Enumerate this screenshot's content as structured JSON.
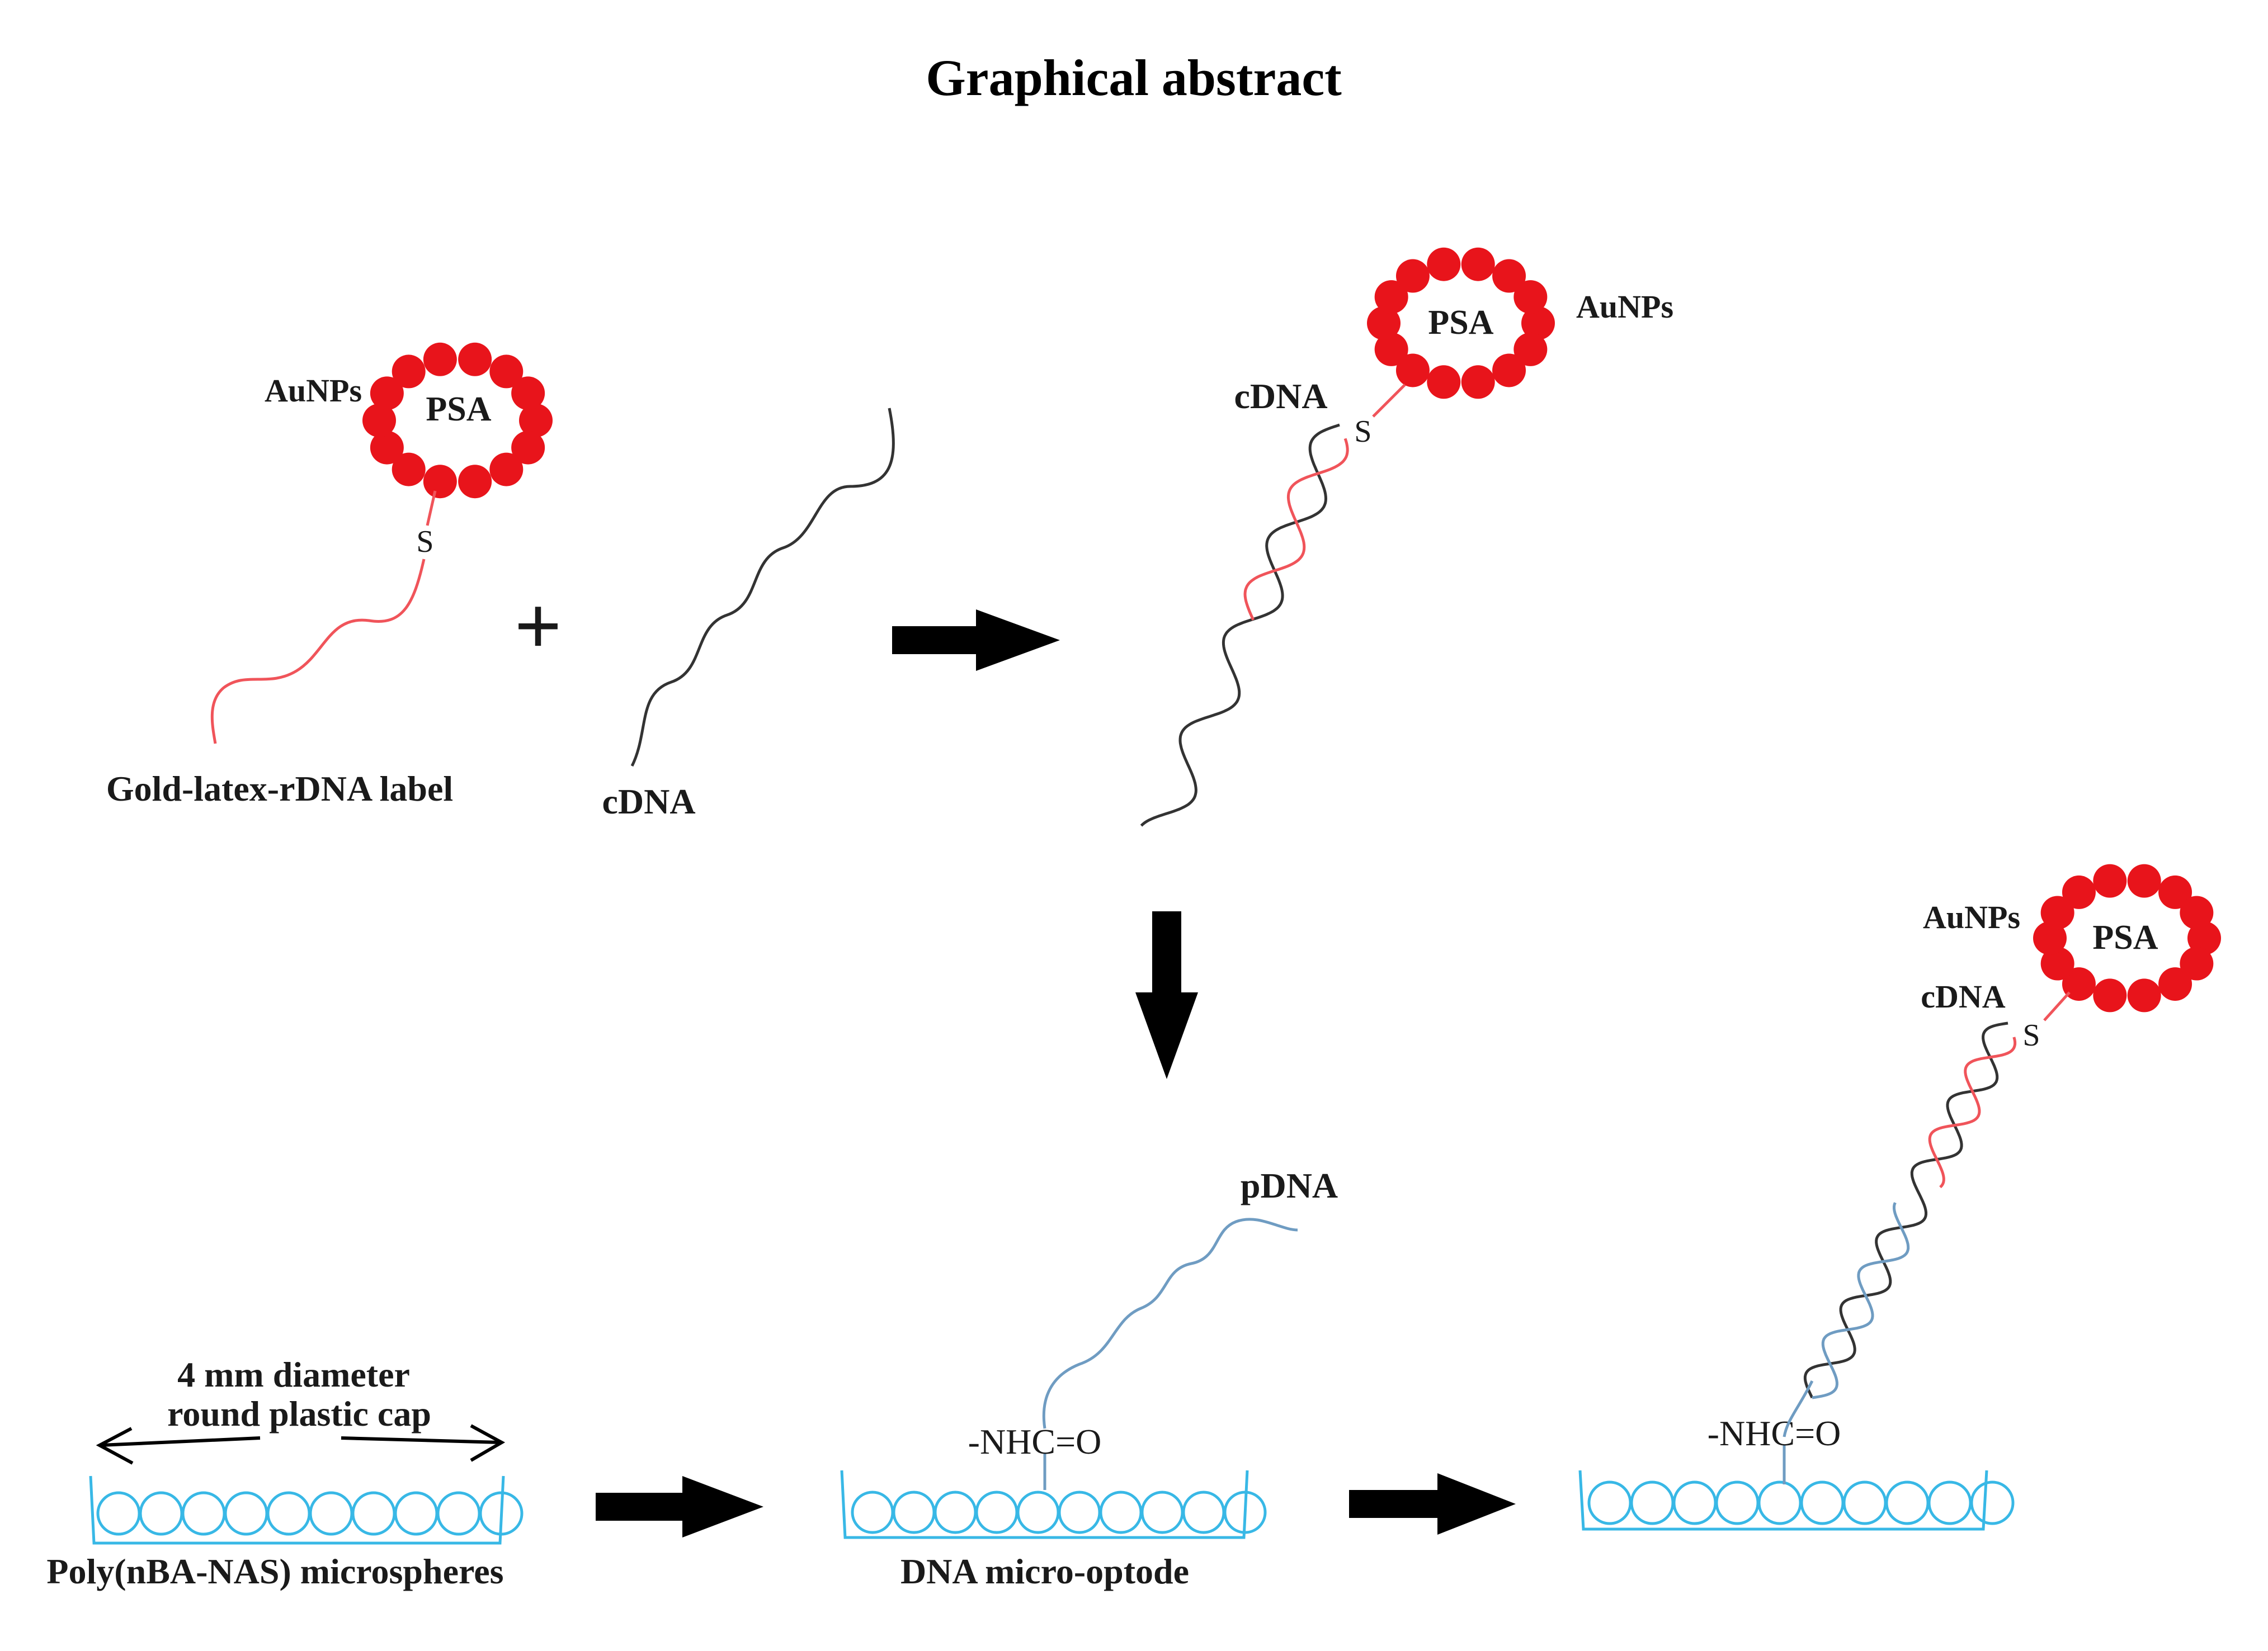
{
  "title": "Graphical abstract",
  "stage1": {
    "aunps": "AuNPs",
    "psa": "PSA",
    "thiol": "S",
    "label": "Gold-latex-rDNA label",
    "plus": "+",
    "cdna": "cDNA"
  },
  "stage2": {
    "aunps": "AuNPs",
    "psa": "PSA",
    "thiol": "S",
    "cdna": "cDNA"
  },
  "stage3": {
    "pdna": "pDNA",
    "cap_label_line1": "4 mm diameter",
    "cap_label_line2": "round plastic cap",
    "microspheres_label": "Poly(nBA-NAS) microspheres",
    "linkage": "-NHC=O",
    "optode_label": "DNA micro-optode"
  },
  "stage4": {
    "aunps": "AuNPs",
    "psa": "PSA",
    "thiol": "S",
    "cdna": "cDNA",
    "linkage": "-NHC=O"
  },
  "colors": {
    "gold_nanoparticle": "#e8141b",
    "rdna_strand": "#f0545a",
    "cdna_strand": "#333333",
    "pdna_strand": "#6f9cc2",
    "microsphere": "#38b8e6",
    "arrow": "#000000"
  }
}
